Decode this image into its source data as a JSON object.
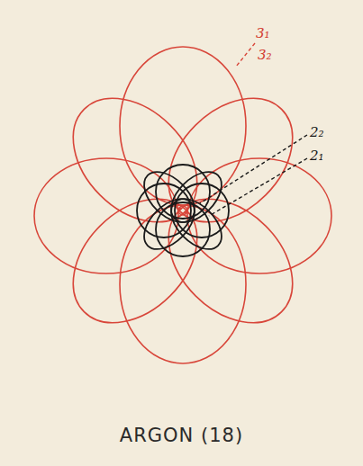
{
  "diagram": {
    "title": "ARGON (18)",
    "labels": [
      "3₁",
      "3₂",
      "2₂",
      "2₁"
    ]
  }
}
